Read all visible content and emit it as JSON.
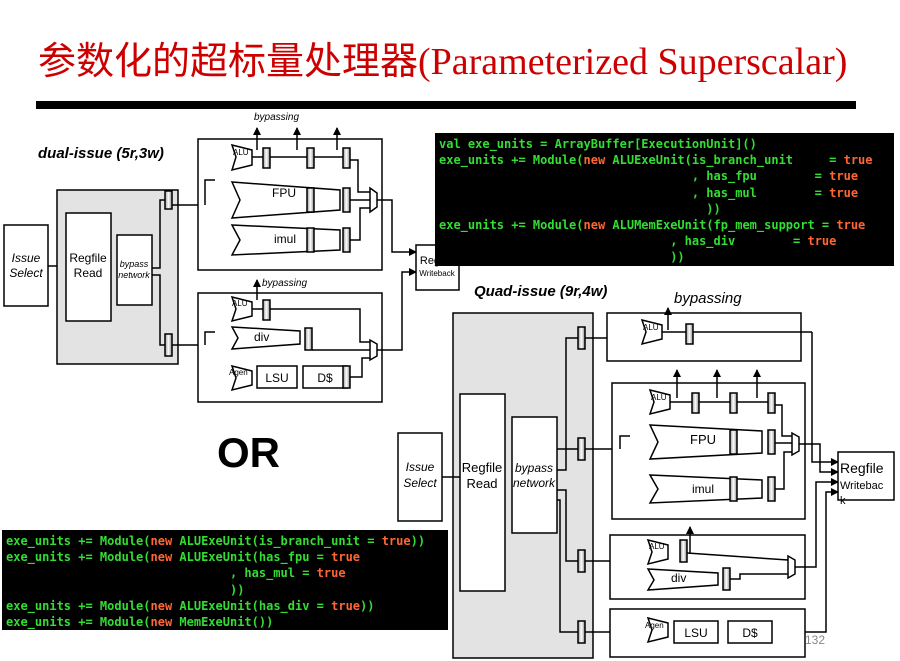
{
  "title": "参数化的超标量处理器(Parameterized Superscalar)",
  "accent_color": "#cc0000",
  "page_number": "132",
  "or_label": "OR",
  "dual": {
    "heading": "dual-issue  (5r,3w)",
    "issue_select": [
      "Issue",
      "Select"
    ],
    "regfile_read": [
      "Regfile",
      "Read"
    ],
    "bypass_network": [
      "bypass",
      "network"
    ],
    "bypassing_top": "bypassing",
    "bypassing_mid": "bypassing",
    "alu1": "ALU",
    "fpu": "FPU",
    "imul": "imul",
    "alu2": "ALU",
    "div": "div",
    "agen": "Agen",
    "lsu": "LSU",
    "dcache": "D$",
    "regfile_writeback": [
      "Regfile",
      "Writeback"
    ]
  },
  "quad": {
    "heading": "Quad-issue  (9r,4w)",
    "bypassing": "bypassing",
    "issue_select": [
      "Issue",
      "Select"
    ],
    "regfile_read": [
      "Regfile",
      "Read"
    ],
    "bypass_network": [
      "bypass",
      "network"
    ],
    "alu1": "ALU",
    "alu2": "ALU",
    "fpu": "FPU",
    "imul": "imul",
    "alu3": "ALU",
    "div": "div",
    "agen": "Agen",
    "lsu": "LSU",
    "dcache": "D$",
    "regfile_writeback": [
      "Regfile",
      "Writebac",
      "k"
    ]
  },
  "code_top": [
    [
      [
        "val exe_units = ArrayBuffer[ExecutionUnit]()",
        "g"
      ]
    ],
    [
      [
        "exe_units += Module(",
        "g"
      ],
      [
        "new ",
        "o"
      ],
      [
        "ALUExeUnit(is_branch_unit     = ",
        "g"
      ],
      [
        "true",
        "o"
      ]
    ],
    [
      [
        "                                   , has_fpu        = ",
        "g"
      ],
      [
        "true",
        "o"
      ]
    ],
    [
      [
        "                                   , has_mul        = ",
        "g"
      ],
      [
        "true",
        "o"
      ]
    ],
    [
      [
        "                                     ))",
        "g"
      ]
    ],
    [
      [
        "exe_units += Module(",
        "g"
      ],
      [
        "new ",
        "o"
      ],
      [
        "ALUMemExeUnit(fp_mem_support = ",
        "g"
      ],
      [
        "true",
        "o"
      ]
    ],
    [
      [
        "                                , has_div        = ",
        "g"
      ],
      [
        "true",
        "o"
      ]
    ],
    [
      [
        "                                ))",
        "g"
      ]
    ]
  ],
  "code_bottom": [
    [
      [
        "exe_units += Module(",
        "g"
      ],
      [
        "new ",
        "o"
      ],
      [
        "ALUExeUnit(is_branch_unit = ",
        "g"
      ],
      [
        "true",
        "o"
      ],
      [
        "))",
        "g"
      ]
    ],
    [
      [
        "exe_units += Module(",
        "g"
      ],
      [
        "new ",
        "o"
      ],
      [
        "ALUExeUnit(has_fpu = ",
        "g"
      ],
      [
        "true",
        "o"
      ]
    ],
    [
      [
        "                               , has_mul = ",
        "g"
      ],
      [
        "true",
        "o"
      ]
    ],
    [
      [
        "                               ))",
        "g"
      ]
    ],
    [
      [
        "exe_units += Module(",
        "g"
      ],
      [
        "new ",
        "o"
      ],
      [
        "ALUExeUnit(has_div = ",
        "g"
      ],
      [
        "true",
        "o"
      ],
      [
        "))",
        "g"
      ]
    ],
    [
      [
        "exe_units += Module(",
        "g"
      ],
      [
        "new ",
        "o"
      ],
      [
        "MemExeUnit())",
        "g"
      ]
    ]
  ]
}
